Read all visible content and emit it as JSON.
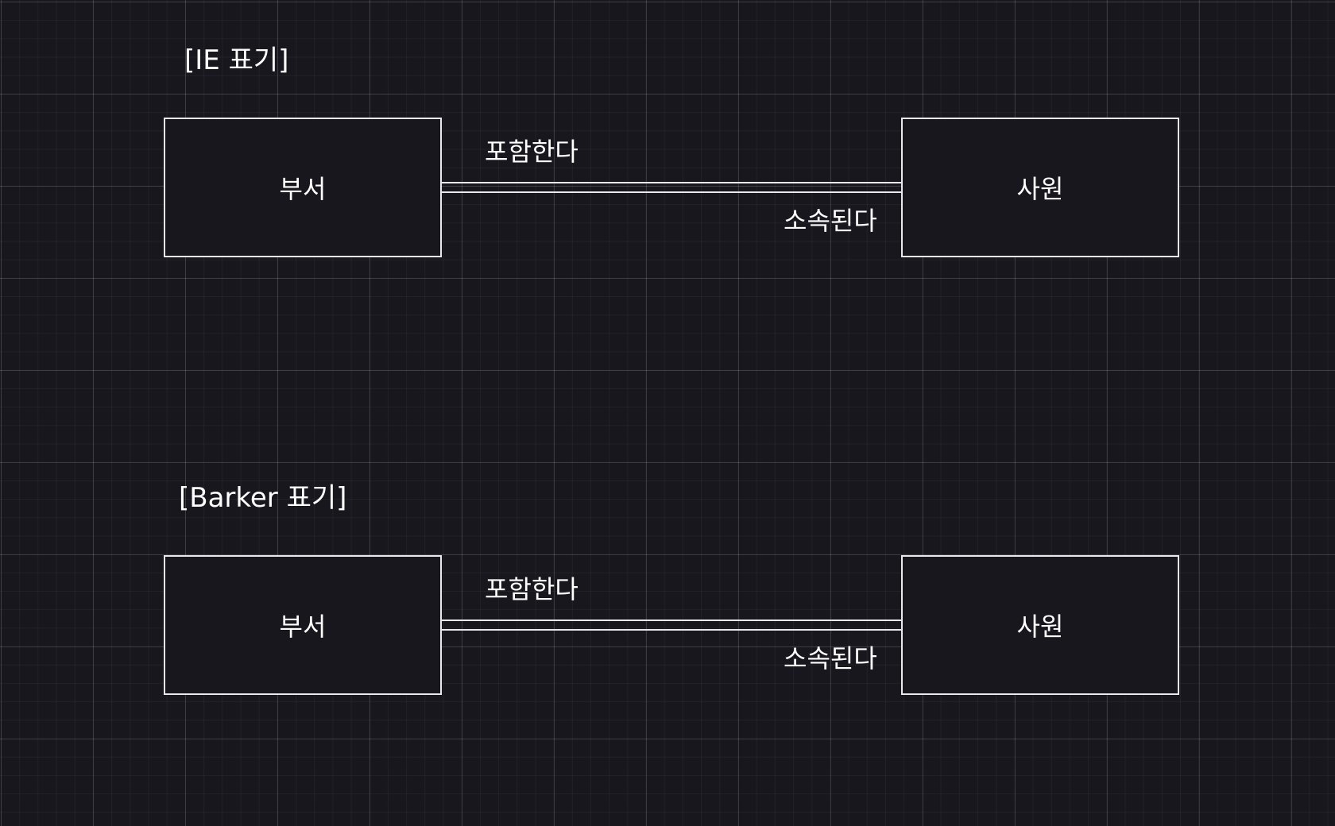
{
  "diagrams": [
    {
      "title": "[IE 표기]",
      "left_entity": "부서",
      "right_entity": "사원",
      "label_top": "포함한다",
      "label_bottom": "소속된다"
    },
    {
      "title": "[Barker 표기]",
      "left_entity": "부서",
      "right_entity": "사원",
      "label_top": "포함한다",
      "label_bottom": "소속된다"
    }
  ],
  "colors": {
    "background": "#18171d",
    "stroke": "#e9e9ec",
    "text": "#ffffff"
  }
}
